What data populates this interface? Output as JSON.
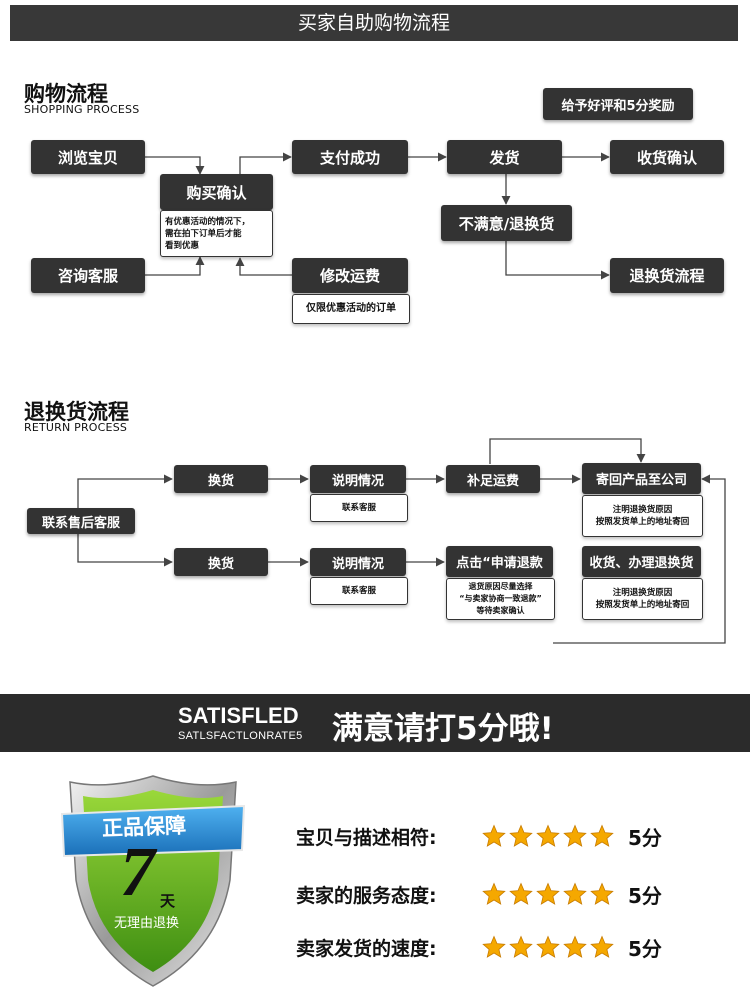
{
  "header": {
    "title": "买家自助购物流程"
  },
  "shopping": {
    "title": "购物流程",
    "subtitle": "SHOPPING PROCESS",
    "reward": "给予好评和5分奖励",
    "browse": "浏览宝贝",
    "buy_confirm": "购买确认",
    "buy_note": "有优惠活动的情况下，\n需在拍下订单后才能\n看到优惠",
    "consult": "咨询客服",
    "pay_success": "支付成功",
    "modify_freight": "修改运费",
    "modify_note": "仅限优惠活动的订单",
    "ship": "发货",
    "receive_confirm": "收货确认",
    "unsatisfied": "不满意/退换货",
    "return_flow": "退换货流程"
  },
  "returns": {
    "title": "退换货流程",
    "subtitle": "RETURN PROCESS",
    "contact": "联系售后客服",
    "exchange_top": "换货",
    "explain_top": "说明情况",
    "explain_top_note": "联系客服",
    "pay_freight": "补足运费",
    "send_back": "寄回产品至公司",
    "send_back_note": "注明退换货原因\n按照发货单上的地址寄回",
    "exchange_bottom": "换货",
    "explain_bottom": "说明情况",
    "explain_bottom_note": "联系客服",
    "apply_refund": "点击“申请退款",
    "apply_refund_note": "退货原因尽量选择\n“与卖家协商一致退款”\n等待卖家确认",
    "receive_handle": "收货、办理退换货",
    "receive_handle_note": "注明退换货原因\n按照发货单上的地址寄回"
  },
  "banner": {
    "en_big": "SATISFLED",
    "en_small": "SATLSFACTLONRATE5",
    "cn": "满意请打5分哦!"
  },
  "badge": {
    "ribbon": "正品保障",
    "number": "7",
    "day": "天",
    "caption": "无理由退换"
  },
  "ratings": [
    {
      "label": "宝贝与描述相符:",
      "stars": 5,
      "score": "5分"
    },
    {
      "label": "卖家的服务态度:",
      "stars": 5,
      "score": "5分"
    },
    {
      "label": "卖家发货的速度:",
      "stars": 5,
      "score": "5分"
    }
  ],
  "colors": {
    "box": "#333333",
    "badge_green": "#7cc21e",
    "ribbon_blue": "#2a8fd8",
    "star": "#f5a800"
  }
}
